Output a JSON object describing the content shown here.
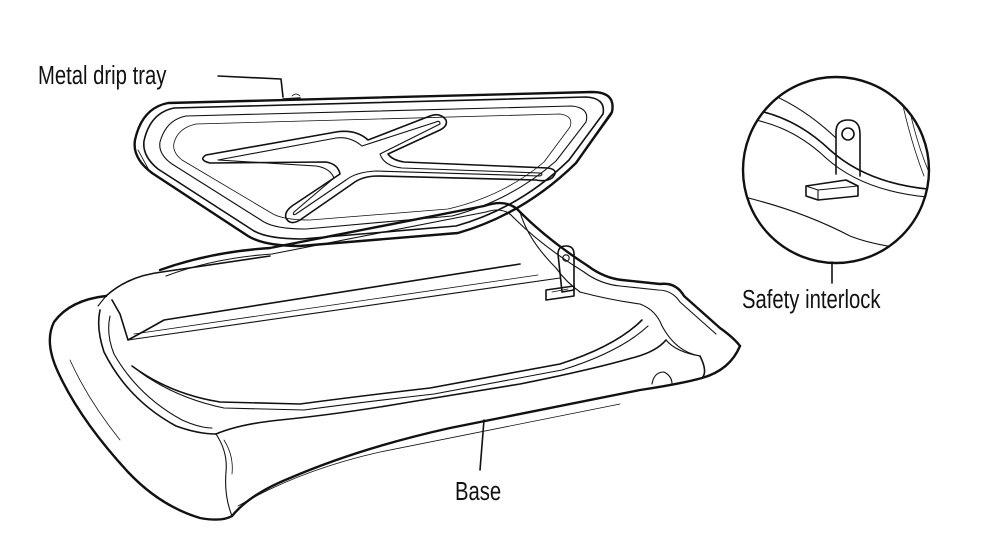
{
  "diagram": {
    "labels": {
      "tray": "Metal drip tray",
      "interlock": "Safety interlock",
      "base": "Base"
    },
    "ink_color": "#111111",
    "background": "#ffffff"
  }
}
